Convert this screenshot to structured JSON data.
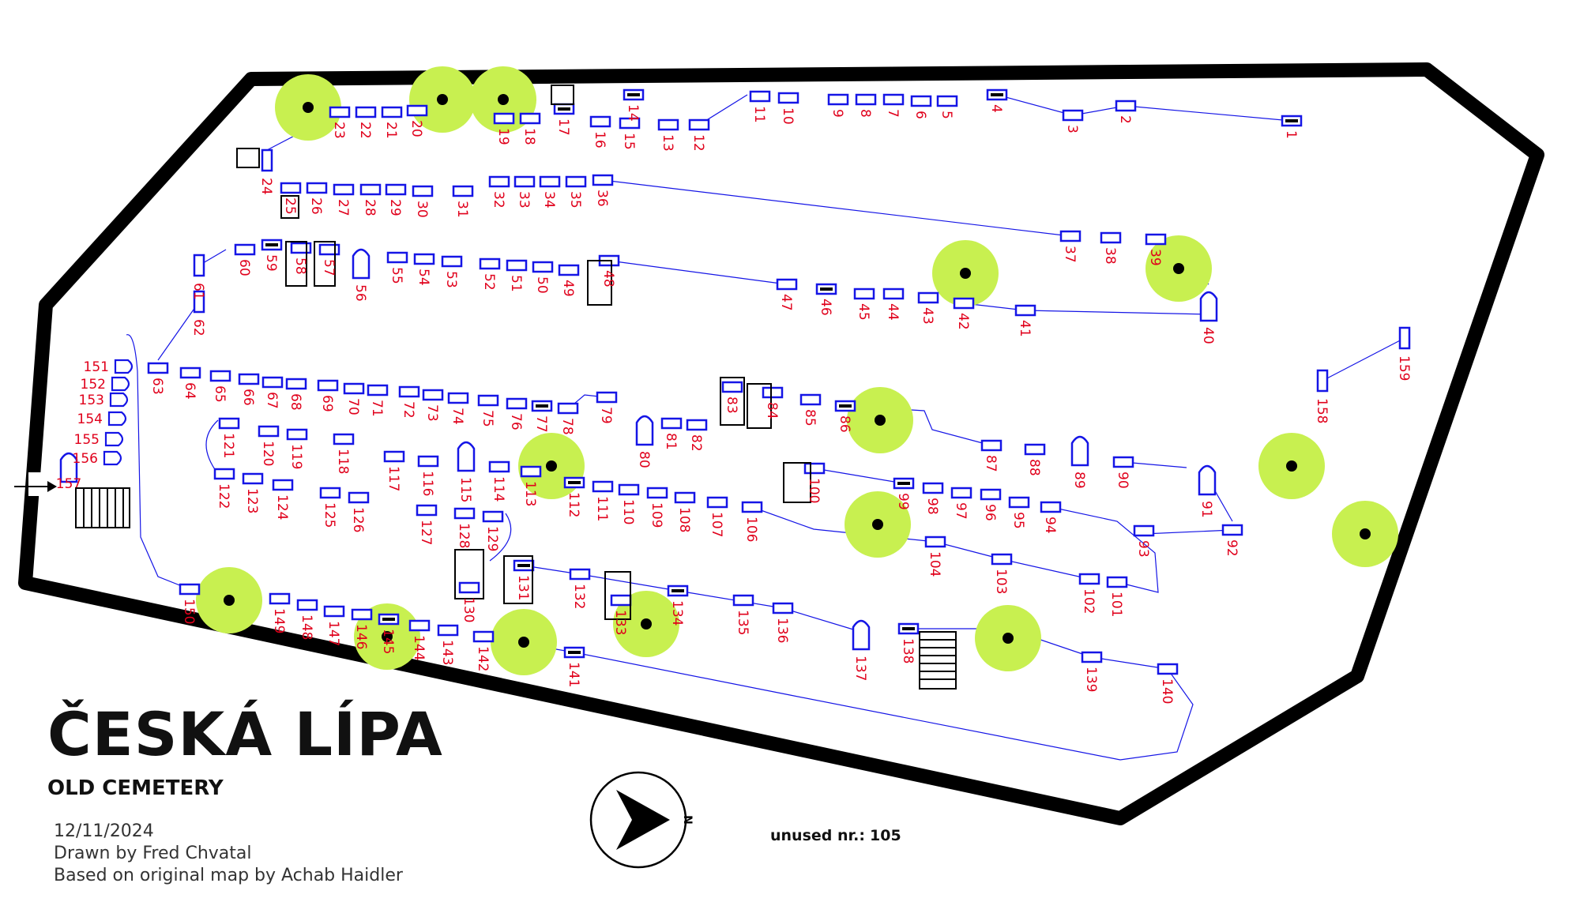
{
  "title": "ČESKÁ LÍPA",
  "subtitle": "OLD CEMETERY",
  "date": "12/11/2024",
  "drawn_by": "Drawn by Fred Chvatal",
  "based_on": "Based on original map by Achab Haidler",
  "unused_label": "unused nr.:",
  "unused_value": "105",
  "compass_label": "N",
  "colors": {
    "wall": "#000000",
    "grave_outline": "#1515e6",
    "grave_number": "#e0001b",
    "path_line": "#1515e6",
    "tree_canopy": "#c8f050",
    "tree_trunk": "#000000",
    "background": "#ffffff"
  },
  "icons": [
    "entrance-arrow-icon",
    "compass-north-icon",
    "tree-icon",
    "stairs-icon"
  ],
  "grave_numbers": [
    "1",
    "2",
    "3",
    "4",
    "5",
    "6",
    "7",
    "8",
    "9",
    "10",
    "11",
    "12",
    "13",
    "14",
    "15",
    "16",
    "17",
    "18",
    "19",
    "20",
    "21",
    "22",
    "23",
    "24",
    "25",
    "26",
    "27",
    "28",
    "29",
    "30",
    "31",
    "32",
    "33",
    "34",
    "35",
    "36",
    "37",
    "38",
    "39",
    "40",
    "41",
    "42",
    "43",
    "44",
    "45",
    "46",
    "47",
    "48",
    "49",
    "50",
    "51",
    "52",
    "53",
    "54",
    "55",
    "56",
    "57",
    "58",
    "59",
    "60",
    "61",
    "62",
    "63",
    "64",
    "65",
    "66",
    "67",
    "68",
    "69",
    "70",
    "71",
    "72",
    "73",
    "74",
    "75",
    "76",
    "77",
    "78",
    "79",
    "80",
    "81",
    "82",
    "83",
    "84",
    "85",
    "86",
    "87",
    "88",
    "89",
    "90",
    "91",
    "92",
    "93",
    "94",
    "95",
    "96",
    "97",
    "98",
    "99",
    "100",
    "101",
    "102",
    "103",
    "104",
    "106",
    "107",
    "108",
    "109",
    "110",
    "111",
    "112",
    "113",
    "114",
    "115",
    "116",
    "117",
    "118",
    "119",
    "120",
    "121",
    "122",
    "123",
    "124",
    "125",
    "126",
    "127",
    "128",
    "129",
    "130",
    "131",
    "132",
    "133",
    "134",
    "135",
    "136",
    "137",
    "138",
    "139",
    "140",
    "141",
    "142",
    "143",
    "144",
    "145",
    "146",
    "147",
    "148",
    "149",
    "150",
    "151",
    "152",
    "153",
    "154",
    "155",
    "156",
    "157",
    "158",
    "159"
  ]
}
